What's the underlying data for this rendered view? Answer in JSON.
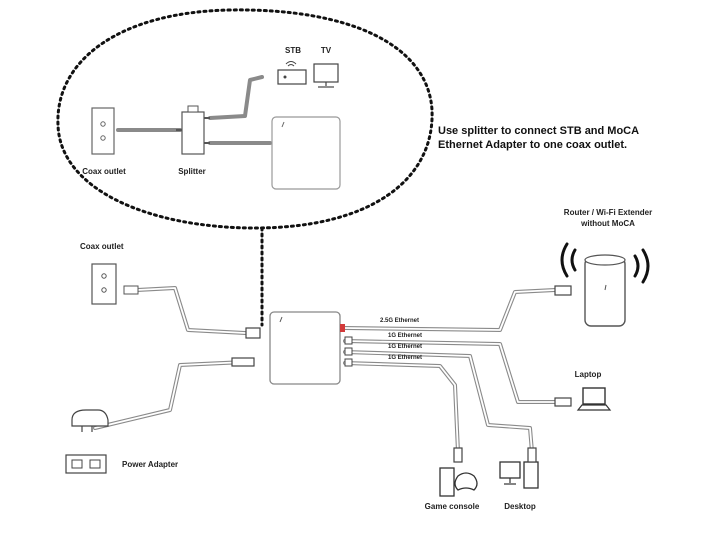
{
  "callout": {
    "stb": "STB",
    "tv": "TV",
    "coax_outlet": "Coax outlet",
    "splitter": "Splitter"
  },
  "note": {
    "line1": "Use splitter to connect STB and MoCA",
    "line2": "Ethernet Adapter to one coax outlet."
  },
  "main": {
    "coax_outlet": "Coax outlet",
    "power_adapter": "Power Adapter",
    "router_line1": "Router / Wi-Fi Extender",
    "router_line2": "without MoCA",
    "laptop": "Laptop",
    "game_console": "Game console",
    "desktop": "Desktop"
  },
  "ports": [
    "2.5G Ethernet",
    "1G Ethernet",
    "1G Ethernet",
    "1G Ethernet"
  ],
  "colors": {
    "line": "#8a8a8a",
    "cable_fill": "#ffffff",
    "accent": "#d23a3a",
    "text": "#111111"
  }
}
